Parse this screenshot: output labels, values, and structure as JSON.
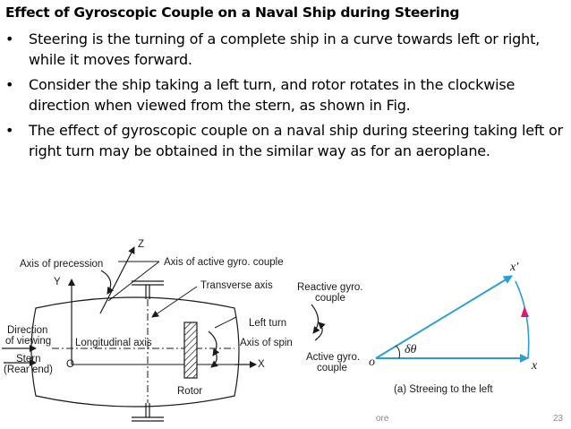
{
  "slide": {
    "title": "Effect of Gyroscopic Couple on a Naval Ship during Steering",
    "bullet_glyph": "•",
    "bullets": [
      {
        "text": "Steering is the turning of a complete ship in a curve towards left or right, while it moves forward."
      },
      {
        "text": "Consider the ship taking a left turn, and rotor rotates in the clockwise direction when viewed from the stern, as shown in Fig."
      },
      {
        "text": "The effect of gyroscopic couple on a naval ship during steering taking left or right turn may be obtained in the similar way as for an aeroplane."
      }
    ],
    "footer_text": "ore",
    "page_number": "23"
  },
  "figure": {
    "labels": {
      "axis_of_precession": "Axis of precession",
      "z": "Z",
      "axis_active_couple": "Axis of active gyro. couple",
      "y": "Y",
      "transverse_axis": "Transverse axis",
      "reactive_1": "Reactive gyro.",
      "reactive_2": "couple",
      "direction_1": "Direction",
      "direction_2": "of viewing",
      "longitudinal_axis": "Longitudinal axis",
      "left_turn": "Left turn",
      "axis_of_spin": "Axis of spin",
      "x_left": "X",
      "stern_1": "Stern",
      "stern_2": "(Rear end)",
      "o_left": "O",
      "active_1": "Active gyro.",
      "active_2": "couple",
      "rotor": "Rotor",
      "o_right": "o",
      "x_prime": "x′",
      "x_right": "x",
      "delta_theta": "δθ",
      "caption": "(a) Streeing to the left"
    },
    "colors": {
      "arrow": "#2a9fd6",
      "reactive_arrow": "#e0147a"
    }
  }
}
